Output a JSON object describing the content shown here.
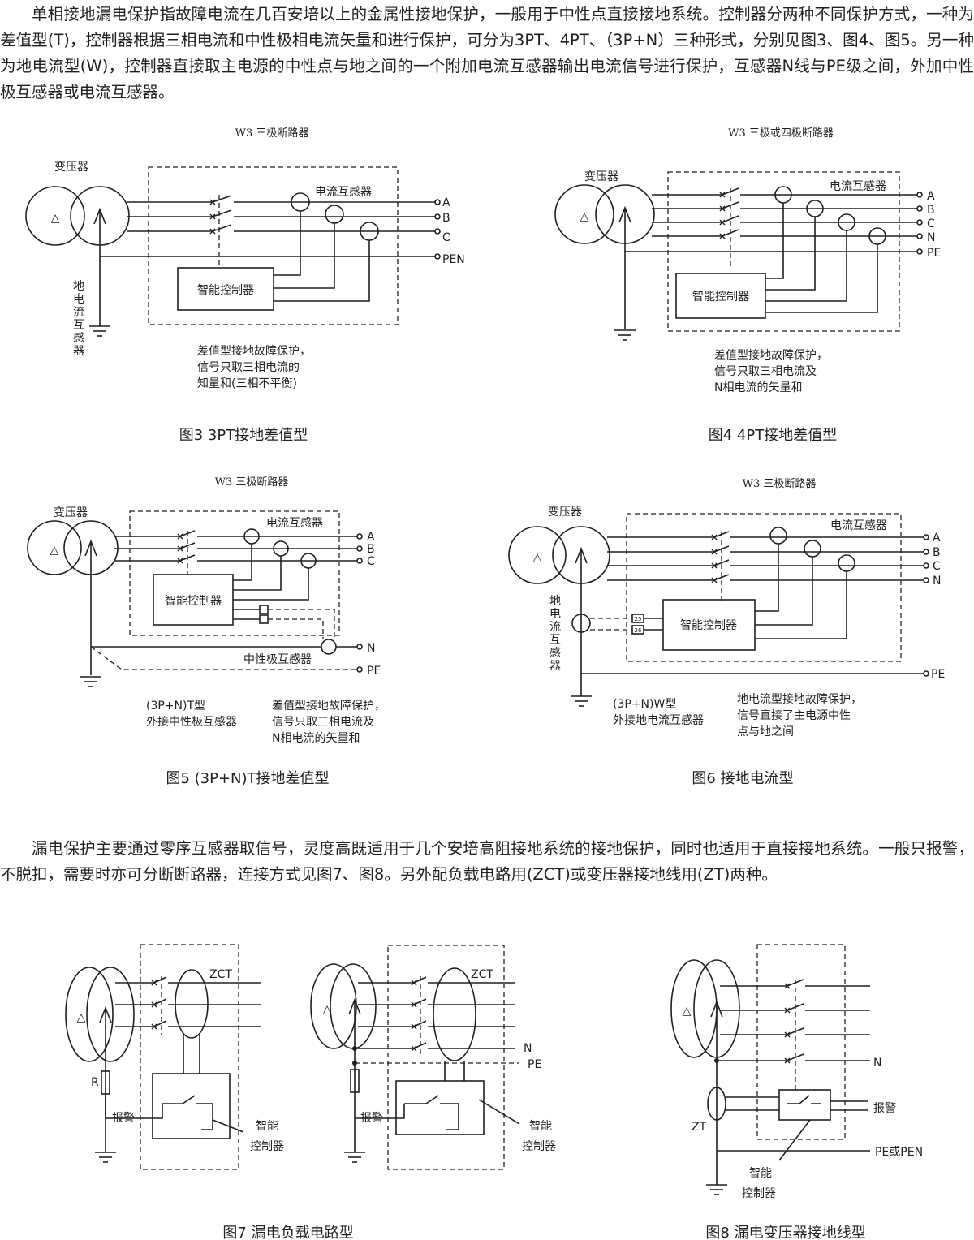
{
  "intro_paragraph": "单相接地漏电保护指故障电流在几百安培以上的金属性接地保护，一般用于中性点直接接地系统。控制器分两种不同保护方式，一种为差值型(T)，控制器根据三相电流和中性极相电流矢量和进行保护，可分为3PT、4PT、（3P+N）三种形式，分别见图3、图4、图5。另一种为地电流型(W)，控制器直接取主电源的中性点与地之间的一个附加电流互感器输出电流信号进行保护，互感器N线与PE级之间，外加中性极互感器或电流互感器。",
  "second_paragraph": "漏电保护主要通过零序互感器取信号，灵度高既适用于几个安培高阻接地系统的接地保护，同时也适用于直接接地系统。一般只报警，不脱扣，需要时亦可分断断路器，连接方式见图7、图8。另外配负载电路用(ZCT)或变压器接地线用(ZT)两种。",
  "labels": {
    "transformer": "变压器",
    "breaker_3p": "W3  三极断路器",
    "breaker_3or4p": "W3  三极或四极断路器",
    "current_transformer": "电流互感器",
    "controller": "智能控制器",
    "ground_ct_vertical": "地电流互感器",
    "neutral_ct": "中性极互感器",
    "zct": "ZCT",
    "zt": "ZT",
    "alarm": "报警",
    "resistor": "R",
    "smart": "智能",
    "controller_short": "控制器",
    "pe_or_pen": "PE或PEN",
    "delta": "△"
  },
  "terminals": {
    "a": "A",
    "b": "B",
    "c": "C",
    "n": "N",
    "pe": "PE",
    "pen": "PEN"
  },
  "fig3": {
    "caption": "图3 3PT接地差值型",
    "note": [
      "差值型接地故障保护，",
      "信号只取三相电流的",
      "知量和(三相不平衡)"
    ]
  },
  "fig4": {
    "caption": "图4 4PT接地差值型",
    "note": [
      "差值型接地故障保护，",
      "信号只取三相电流及",
      "N相电流的矢量和"
    ]
  },
  "fig5": {
    "caption": "图5 (3P+N)T接地差值型",
    "type_note": [
      "(3P+N)T型",
      "外接中性极互感器"
    ],
    "note": [
      "差值型接地故障保护，",
      "信号只取三相电流及",
      "N相电流的矢量和"
    ]
  },
  "fig6": {
    "caption": "图6 接地电流型",
    "type_note": [
      "(3P+N)W型",
      "外接地电流互感器"
    ],
    "note": [
      "地电流型接地故障保护，",
      "信号直接了主电源中性",
      "点与地之间"
    ],
    "terminal_25": "25",
    "terminal_26": "26"
  },
  "fig7": {
    "caption": "图7 漏电负载电路型"
  },
  "fig8": {
    "caption": "图8 漏电变压器接地线型"
  }
}
